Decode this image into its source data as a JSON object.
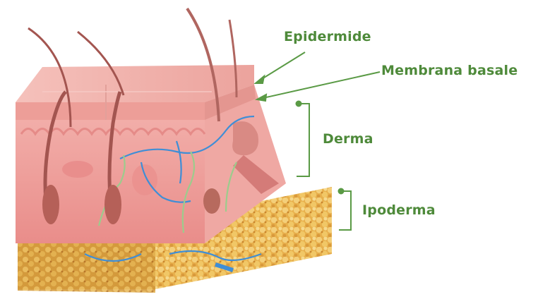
{
  "labels": {
    "epidermide": "Epidermide",
    "membrana_basale": "Membrana basale",
    "derma": "Derma",
    "ipoderma": "Ipoderma"
  },
  "colors": {
    "label": "#4e8a3a",
    "leader": "#5a9a45",
    "epidermis": "#eea8a2",
    "dermis": "#ef9f9b",
    "hypodermis": "#e9b553",
    "vessel": "#3f8ed6",
    "nerve": "#9ccc8c",
    "hair": "#a35550"
  }
}
